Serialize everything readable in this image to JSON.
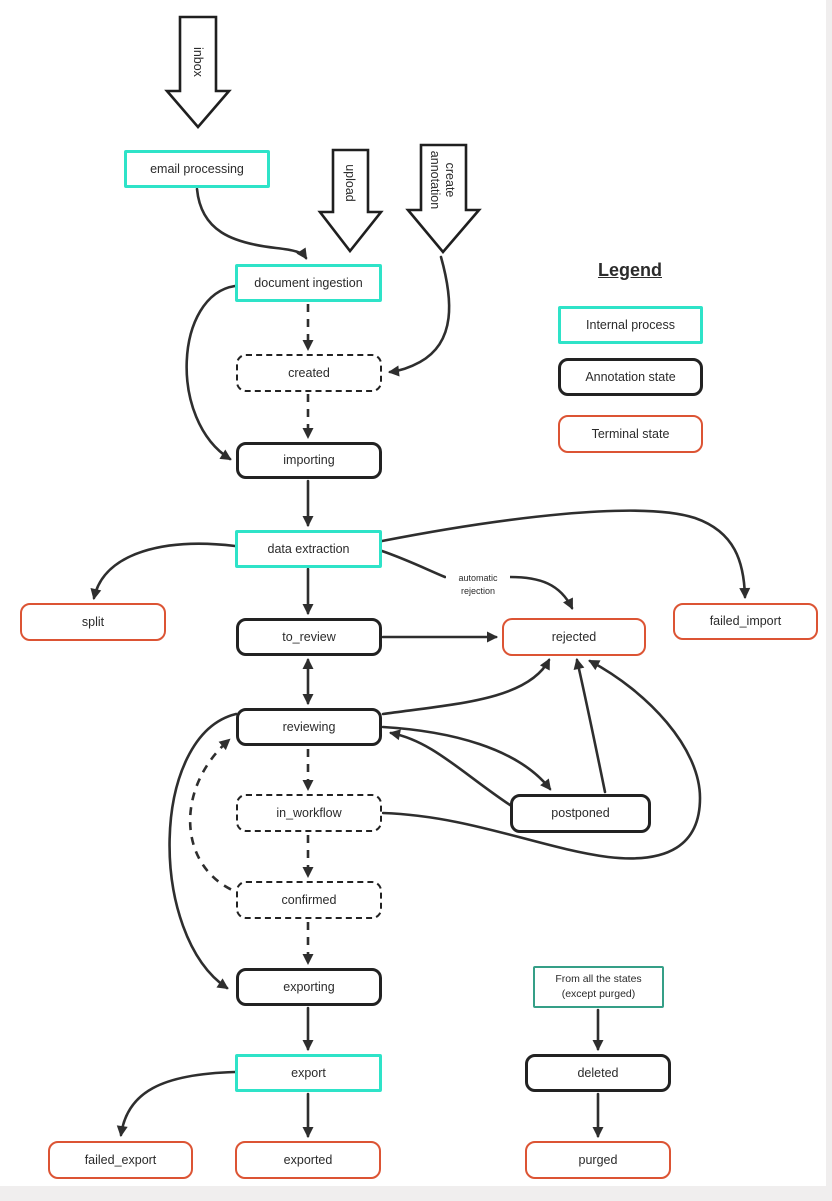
{
  "diagram": {
    "title_hint": "Document lifecycle state diagram",
    "big_arrows": {
      "inbox": "inbox",
      "upload": "upload",
      "create_annotation": {
        "line1": "create",
        "line2": "annotation"
      }
    },
    "nodes": {
      "email_processing": {
        "label": "email processing",
        "type": "internal"
      },
      "document_ingestion": {
        "label": "document ingestion",
        "type": "internal"
      },
      "created": {
        "label": "created",
        "type": "dashed"
      },
      "importing": {
        "label": "importing",
        "type": "state"
      },
      "data_extraction": {
        "label": "data extraction",
        "type": "internal"
      },
      "split": {
        "label": "split",
        "type": "terminal"
      },
      "to_review": {
        "label": "to_review",
        "type": "state"
      },
      "rejected": {
        "label": "rejected",
        "type": "terminal"
      },
      "failed_import": {
        "label": "failed_import",
        "type": "terminal"
      },
      "reviewing": {
        "label": "reviewing",
        "type": "state"
      },
      "in_workflow": {
        "label": "in_workflow",
        "type": "dashed"
      },
      "postponed": {
        "label": "postponed",
        "type": "state"
      },
      "confirmed": {
        "label": "confirmed",
        "type": "dashed"
      },
      "exporting": {
        "label": "exporting",
        "type": "state"
      },
      "from_all_states": {
        "line1": "From all the states",
        "line2": "(except purged)",
        "type": "note"
      },
      "export": {
        "label": "export",
        "type": "internal"
      },
      "deleted": {
        "label": "deleted",
        "type": "state"
      },
      "failed_export": {
        "label": "failed_export",
        "type": "terminal"
      },
      "exported": {
        "label": "exported",
        "type": "terminal"
      },
      "purged": {
        "label": "purged",
        "type": "terminal"
      }
    },
    "edge_labels": {
      "automatic_rejection": {
        "line1": "automatic",
        "line2": "rejection"
      }
    },
    "legend": {
      "title": "Legend",
      "internal": "Internal process",
      "annotation": "Annotation state",
      "terminal": "Terminal state"
    },
    "colors": {
      "internal_border": "#2ee3c8",
      "state_border": "#222222",
      "terminal_border": "#dc5434",
      "note_border": "#359f87",
      "connector": "#2e2e2e",
      "background": "#ffffff"
    }
  }
}
